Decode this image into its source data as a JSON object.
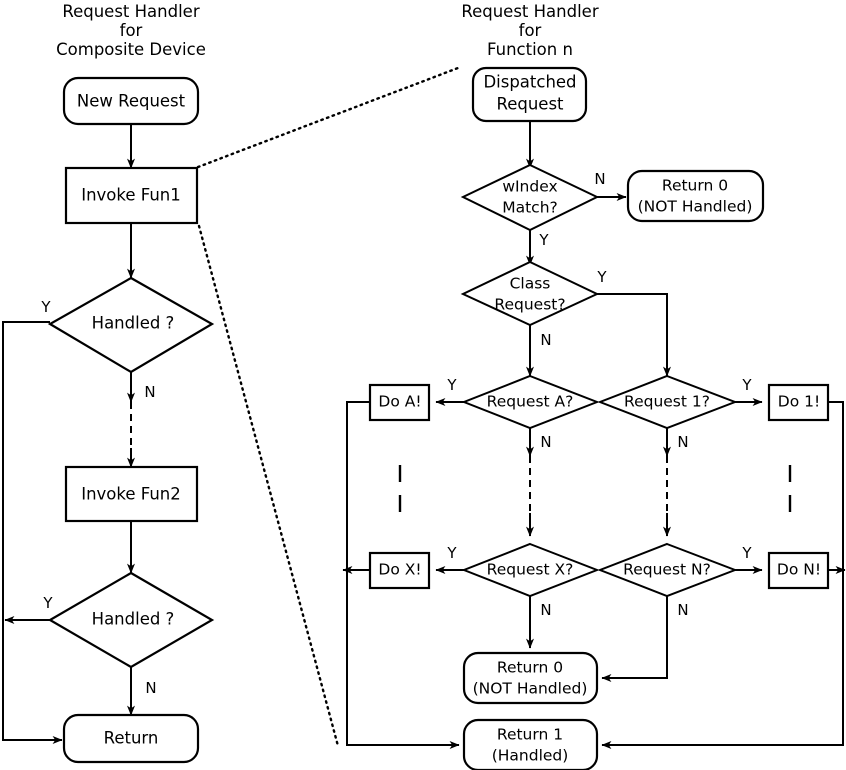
{
  "diagram": {
    "type": "flowchart",
    "titles": {
      "left": [
        "Request Handler",
        "for",
        "Composite Device"
      ],
      "right": [
        "Request Handler",
        "for",
        "Function n"
      ]
    },
    "left_column": {
      "nodes": [
        {
          "id": "new-request",
          "shape": "rounded",
          "label": "New Request"
        },
        {
          "id": "invoke-fun1",
          "shape": "rect",
          "label": "Invoke Fun1"
        },
        {
          "id": "handled-1",
          "shape": "diamond",
          "label": "Handled ?"
        },
        {
          "id": "invoke-fun2",
          "shape": "rect",
          "label": "Invoke Fun2"
        },
        {
          "id": "handled-2",
          "shape": "diamond",
          "label": "Handled ?"
        },
        {
          "id": "return",
          "shape": "rounded",
          "label": "Return"
        }
      ],
      "edge_labels": {
        "handled1_yes": "Y",
        "handled1_no": "N",
        "handled2_yes": "Y",
        "handled2_no": "N"
      }
    },
    "right_column": {
      "nodes": [
        {
          "id": "dispatched-request",
          "shape": "rounded",
          "label_line1": "Dispatched",
          "label_line2": "Request"
        },
        {
          "id": "windex-match",
          "shape": "diamond",
          "label_line1": "wIndex",
          "label_line2": "Match?"
        },
        {
          "id": "return0-top",
          "shape": "rounded",
          "label_line1": "Return 0",
          "label_line2": "(NOT Handled)"
        },
        {
          "id": "class-request",
          "shape": "diamond",
          "label_line1": "Class",
          "label_line2": "Request?"
        },
        {
          "id": "request-a",
          "shape": "diamond",
          "label": "Request A?"
        },
        {
          "id": "request-1",
          "shape": "diamond",
          "label": "Request 1?"
        },
        {
          "id": "do-a",
          "shape": "rect",
          "label": "Do A!"
        },
        {
          "id": "do-1",
          "shape": "rect",
          "label": "Do 1!"
        },
        {
          "id": "request-x",
          "shape": "diamond",
          "label": "Request X?"
        },
        {
          "id": "request-n",
          "shape": "diamond",
          "label": "Request N?"
        },
        {
          "id": "do-x",
          "shape": "rect",
          "label": "Do X!"
        },
        {
          "id": "do-n",
          "shape": "rect",
          "label": "Do N!"
        },
        {
          "id": "return0-bottom",
          "shape": "rounded",
          "label_line1": "Return 0",
          "label_line2": "(NOT Handled)"
        },
        {
          "id": "return1-bottom",
          "shape": "rounded",
          "label_line1": "Return 1",
          "label_line2": "(Handled)"
        }
      ],
      "edge_labels": {
        "windex_no": "N",
        "windex_yes": "Y",
        "class_yes": "Y",
        "class_no": "N",
        "request_a_yes": "Y",
        "request_a_no": "N",
        "request_1_yes": "Y",
        "request_1_no": "N",
        "request_x_yes": "Y",
        "request_x_no": "N",
        "request_n_yes": "Y",
        "request_n_no": "N"
      }
    },
    "colors": {
      "stroke": "#000000",
      "fill": "#ffffff",
      "background": "#ffffff"
    }
  }
}
